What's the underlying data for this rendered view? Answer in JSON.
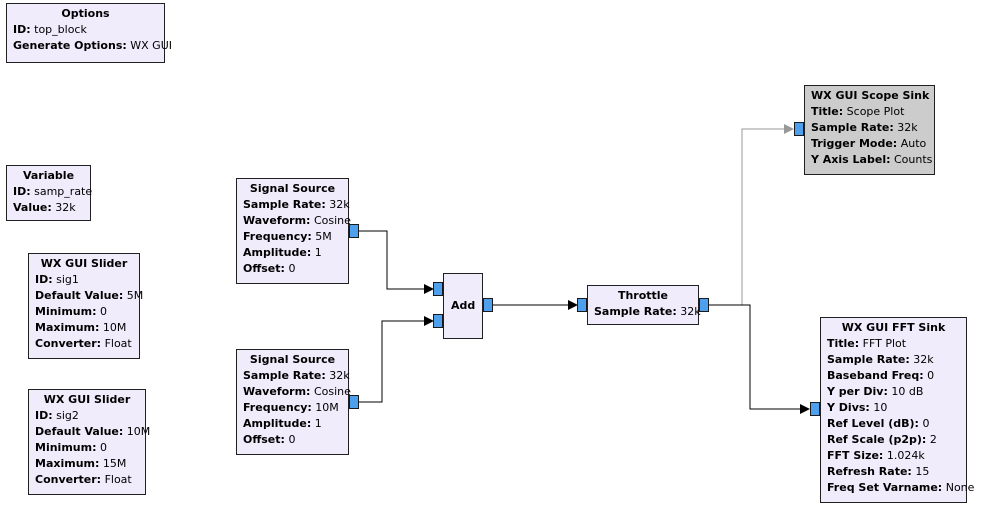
{
  "colors": {
    "block_fill": "#f1ecfc",
    "disabled_block_fill": "#cccccc",
    "port_fill": "#4e9fec",
    "wire": "#000000",
    "disabled_wire": "#999999",
    "background": "#ffffff"
  },
  "blocks": {
    "options": {
      "title": "Options",
      "params": [
        {
          "label": "ID:",
          "value": "top_block"
        },
        {
          "label": "Generate Options:",
          "value": "WX GUI"
        }
      ]
    },
    "variable": {
      "title": "Variable",
      "params": [
        {
          "label": "ID:",
          "value": "samp_rate"
        },
        {
          "label": "Value:",
          "value": "32k"
        }
      ]
    },
    "slider1": {
      "title": "WX GUI Slider",
      "params": [
        {
          "label": "ID:",
          "value": "sig1"
        },
        {
          "label": "Default Value:",
          "value": "5M"
        },
        {
          "label": "Minimum:",
          "value": "0"
        },
        {
          "label": "Maximum:",
          "value": "10M"
        },
        {
          "label": "Converter:",
          "value": "Float"
        }
      ]
    },
    "slider2": {
      "title": "WX GUI Slider",
      "params": [
        {
          "label": "ID:",
          "value": "sig2"
        },
        {
          "label": "Default Value:",
          "value": "10M"
        },
        {
          "label": "Minimum:",
          "value": "0"
        },
        {
          "label": "Maximum:",
          "value": "15M"
        },
        {
          "label": "Converter:",
          "value": "Float"
        }
      ]
    },
    "source1": {
      "title": "Signal Source",
      "params": [
        {
          "label": "Sample Rate:",
          "value": "32k"
        },
        {
          "label": "Waveform:",
          "value": "Cosine"
        },
        {
          "label": "Frequency:",
          "value": "5M"
        },
        {
          "label": "Amplitude:",
          "value": "1"
        },
        {
          "label": "Offset:",
          "value": "0"
        }
      ]
    },
    "source2": {
      "title": "Signal Source",
      "params": [
        {
          "label": "Sample Rate:",
          "value": "32k"
        },
        {
          "label": "Waveform:",
          "value": "Cosine"
        },
        {
          "label": "Frequency:",
          "value": "10M"
        },
        {
          "label": "Amplitude:",
          "value": "1"
        },
        {
          "label": "Offset:",
          "value": "0"
        }
      ]
    },
    "add": {
      "title": "Add"
    },
    "throttle": {
      "title": "Throttle",
      "params": [
        {
          "label": "Sample Rate:",
          "value": "32k"
        }
      ]
    },
    "scope": {
      "title": "WX GUI Scope Sink",
      "disabled": true,
      "params": [
        {
          "label": "Title:",
          "value": "Scope Plot"
        },
        {
          "label": "Sample Rate:",
          "value": "32k"
        },
        {
          "label": "Trigger Mode:",
          "value": "Auto"
        },
        {
          "label": "Y Axis Label:",
          "value": "Counts"
        }
      ]
    },
    "fft": {
      "title": "WX GUI FFT Sink",
      "params": [
        {
          "label": "Title:",
          "value": "FFT Plot"
        },
        {
          "label": "Sample Rate:",
          "value": "32k"
        },
        {
          "label": "Baseband Freq:",
          "value": "0"
        },
        {
          "label": "Y per Div:",
          "value": "10 dB"
        },
        {
          "label": "Y Divs:",
          "value": "10"
        },
        {
          "label": "Ref Level (dB):",
          "value": "0"
        },
        {
          "label": "Ref Scale (p2p):",
          "value": "2"
        },
        {
          "label": "FFT Size:",
          "value": "1.024k"
        },
        {
          "label": "Refresh Rate:",
          "value": "15"
        },
        {
          "label": "Freq Set Varname:",
          "value": "None"
        }
      ]
    }
  }
}
